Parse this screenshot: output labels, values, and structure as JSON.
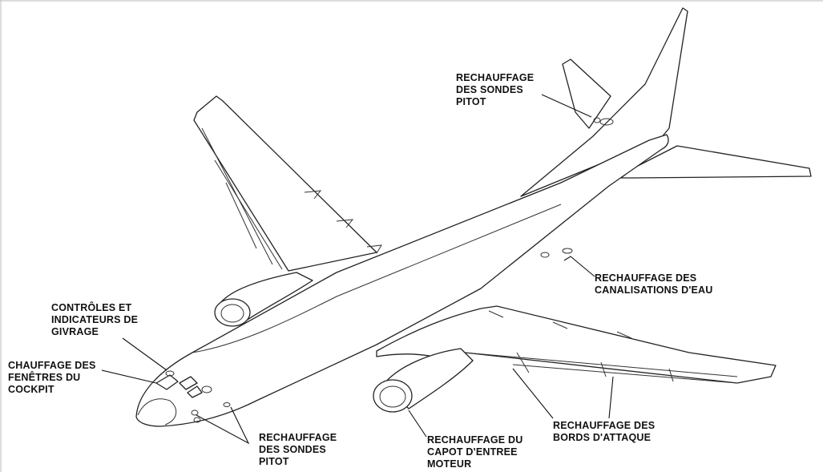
{
  "labels": {
    "pitot_tail": "RECHAUFFAGE\nDES SONDES\nPITOT",
    "water_lines": "RECHAUFFAGE DES\nCANALISATIONS D'EAU",
    "ice_controls": "CONTRÔLES ET\nINDICATEURS DE\nGIVRAGE",
    "cockpit_windows": "CHAUFFAGE DES\nFENÊTRES DU\nCOCKPIT",
    "pitot_nose": "RECHAUFFAGE\nDES SONDES\nPITOT",
    "engine_inlet": "RECHAUFFAGE DU\nCAPOT D'ENTREE\nMOTEUR",
    "leading_edges": "RECHAUFFAGE DES\nBORDS D'ATTAQUE"
  }
}
